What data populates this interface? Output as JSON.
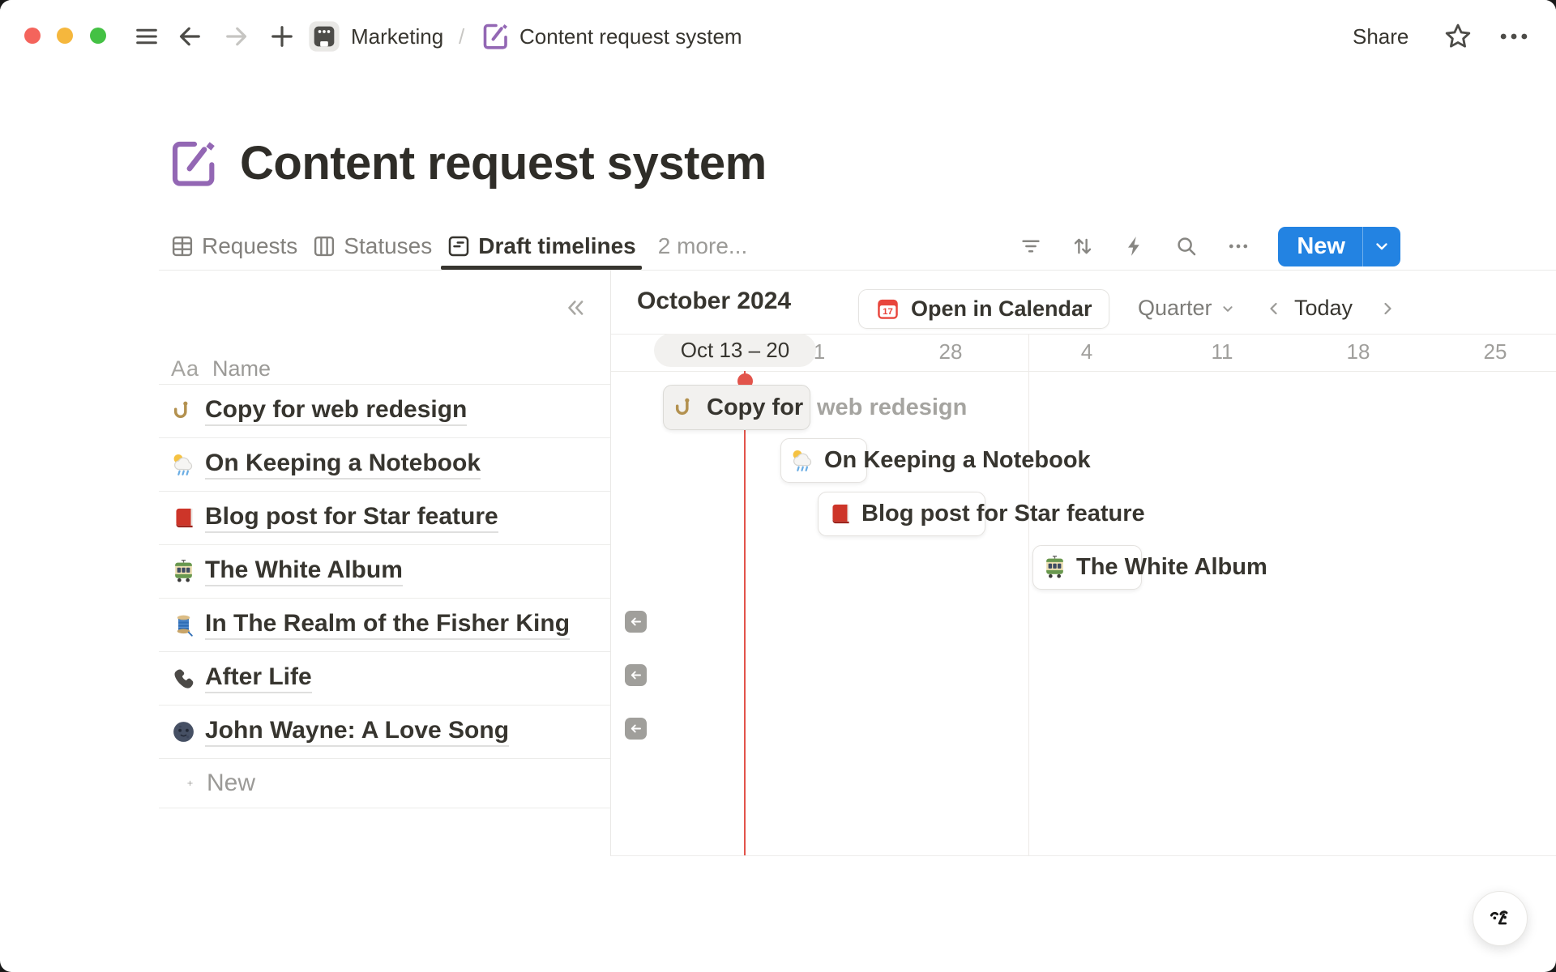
{
  "topbar": {
    "space_name": "Marketing",
    "separator": "/",
    "page_name": "Content request system",
    "share_label": "Share"
  },
  "page": {
    "title": "Content request system"
  },
  "tabs": {
    "items": [
      {
        "icon": "table-icon",
        "label": "Requests",
        "active": false
      },
      {
        "icon": "board-icon",
        "label": "Statuses",
        "active": false
      },
      {
        "icon": "timeline-icon",
        "label": "Draft timelines",
        "active": true
      }
    ],
    "more_label": "2 more...",
    "new_button_label": "New"
  },
  "table": {
    "header_type": "Aa",
    "header_label": "Name",
    "rows": [
      {
        "icon": "hook-emoji",
        "label": "Copy for web redesign"
      },
      {
        "icon": "sun-rain-cloud-emoji",
        "label": "On Keeping a Notebook"
      },
      {
        "icon": "red-book-emoji",
        "label": "Blog post for Star feature"
      },
      {
        "icon": "tram-emoji",
        "label": "The White Album"
      },
      {
        "icon": "thread-emoji",
        "label": "In The Realm of the Fisher King"
      },
      {
        "icon": "phone-emoji",
        "label": "After Life"
      },
      {
        "icon": "moon-face-emoji",
        "label": "John Wayne: A Love Song"
      }
    ],
    "new_row_label": "New"
  },
  "timeline": {
    "month_title": "October 2024",
    "open_in_calendar_label": "Open in Calendar",
    "calendar_icon_day": "17",
    "zoom_level": "Quarter",
    "today_label": "Today",
    "range_pill": "Oct 13 – 20",
    "date_ticks": [
      "1",
      "28",
      "4",
      "11",
      "18",
      "25"
    ],
    "bars": [
      {
        "icon": "hook-emoji",
        "label": "Copy for",
        "overflow_label": "web redesign",
        "state": "dragging"
      },
      {
        "icon": "sun-rain-cloud-emoji",
        "label": "On Keeping a Notebook",
        "state": "normal"
      },
      {
        "icon": "red-book-emoji",
        "label": "Blog post for Star feature",
        "state": "normal"
      },
      {
        "icon": "tram-emoji",
        "label": "The White Album",
        "state": "normal"
      }
    ]
  },
  "colors": {
    "accent_blue": "#2383e2",
    "today_red": "#e2544b",
    "calendar_red": "#e8453c",
    "page_icon_purple": "#9367b4"
  }
}
